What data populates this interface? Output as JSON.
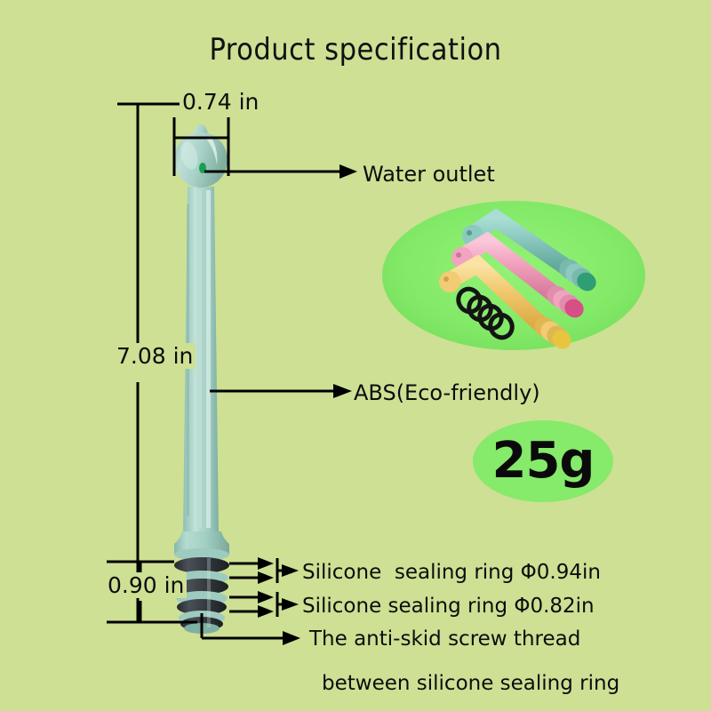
{
  "page": {
    "title": "Product specification",
    "background_color": "#cde094"
  },
  "dimensions": {
    "width": {
      "value": "0.74 in",
      "name": "head-width"
    },
    "length": {
      "value": "7.08 in",
      "name": "total-length"
    },
    "base": {
      "value": "0.90 in",
      "name": "threaded-base-length"
    }
  },
  "callouts": {
    "water_outlet": "Water outlet",
    "material": "ABS(Eco-friendly)",
    "sealing_ring_large": "Silicone  sealing ring Φ0.94in",
    "sealing_ring_small": "Silicone sealing ring Φ0.82in",
    "screw_thread_line1": "The anti-skid screw thread",
    "screw_thread_line2": "between silicone sealing ring"
  },
  "badge": {
    "weight": "25g",
    "background_color": "#86ea6a"
  },
  "product": {
    "body_color": "#a9d4c8",
    "outlet_color": "#17a04f",
    "ring_color": "#3b3f44",
    "nozzle_colors": [
      "#86c6bd",
      "#f3a6c0",
      "#f0c96a"
    ],
    "o_ring_color": "#141414"
  },
  "inset": {
    "name": "product-photo-inset",
    "ellipse_color": "#86ea6a",
    "items": [
      "teal-nozzle",
      "pink-nozzle",
      "yellow-nozzle",
      "o-rings"
    ]
  }
}
